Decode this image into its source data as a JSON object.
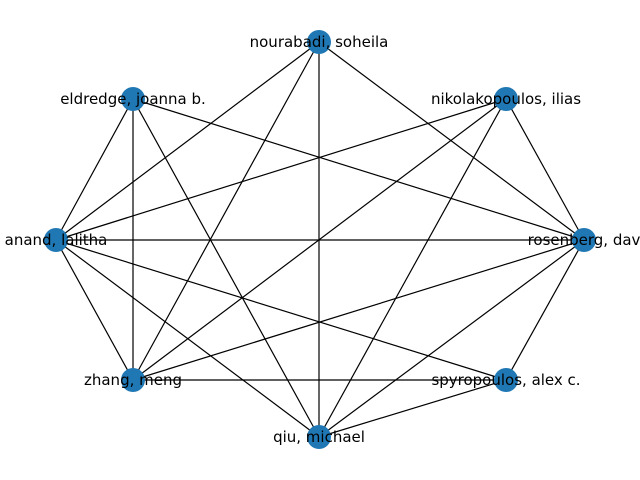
{
  "colors": {
    "node": "#1f77b4",
    "edge": "#000000",
    "label": "#000000",
    "background": "#ffffff"
  },
  "graph": {
    "nodes": [
      {
        "id": "nourabadi",
        "label": "nourabadi, soheila"
      },
      {
        "id": "eldredge",
        "label": "eldredge, joanna b."
      },
      {
        "id": "nikolakopoulos",
        "label": "nikolakopoulos, ilias"
      },
      {
        "id": "anand",
        "label": "anand, lalitha"
      },
      {
        "id": "rosenberg",
        "label": "rosenberg, dav"
      },
      {
        "id": "zhang",
        "label": "zhang, meng"
      },
      {
        "id": "spyropoulos",
        "label": "spyropoulos, alex c."
      },
      {
        "id": "qiu",
        "label": "qiu, michael"
      }
    ],
    "edges": [
      [
        "nourabadi",
        "anand"
      ],
      [
        "nourabadi",
        "zhang"
      ],
      [
        "nourabadi",
        "qiu"
      ],
      [
        "nourabadi",
        "rosenberg"
      ],
      [
        "eldredge",
        "anand"
      ],
      [
        "eldredge",
        "zhang"
      ],
      [
        "eldredge",
        "qiu"
      ],
      [
        "eldredge",
        "rosenberg"
      ],
      [
        "nikolakopoulos",
        "anand"
      ],
      [
        "nikolakopoulos",
        "zhang"
      ],
      [
        "nikolakopoulos",
        "qiu"
      ],
      [
        "nikolakopoulos",
        "rosenberg"
      ],
      [
        "anand",
        "rosenberg"
      ],
      [
        "anand",
        "zhang"
      ],
      [
        "anand",
        "qiu"
      ],
      [
        "anand",
        "spyropoulos"
      ],
      [
        "rosenberg",
        "zhang"
      ],
      [
        "rosenberg",
        "qiu"
      ],
      [
        "rosenberg",
        "spyropoulos"
      ],
      [
        "zhang",
        "spyropoulos"
      ],
      [
        "qiu",
        "spyropoulos"
      ]
    ]
  }
}
